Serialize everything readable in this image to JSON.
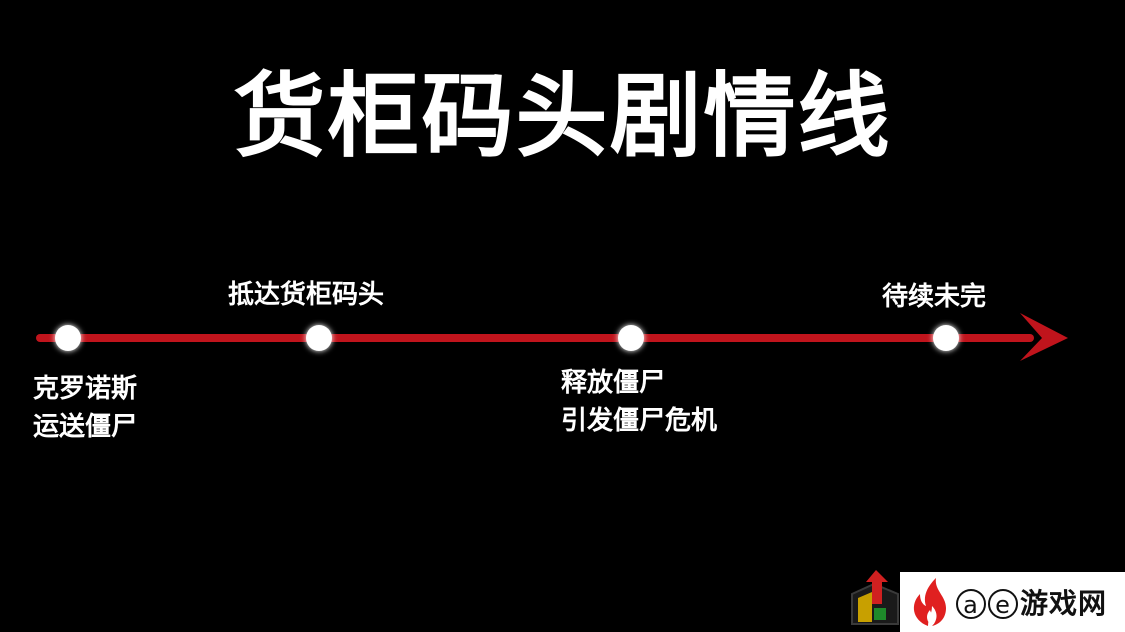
{
  "title": "货柜码头剧情线",
  "colors": {
    "background": "#000000",
    "line": "#c0141c",
    "node": "#ffffff",
    "text": "#ffffff"
  },
  "events": [
    {
      "lines": [
        "克罗诺斯",
        "运送僵尸"
      ]
    },
    {
      "lines": [
        "抵达货柜码头"
      ]
    },
    {
      "lines": [
        "释放僵尸",
        "引发僵尸危机"
      ]
    },
    {
      "lines": [
        "待续未完"
      ]
    }
  ],
  "watermark": {
    "letters": [
      "a",
      "e"
    ],
    "text": "游戏网"
  }
}
